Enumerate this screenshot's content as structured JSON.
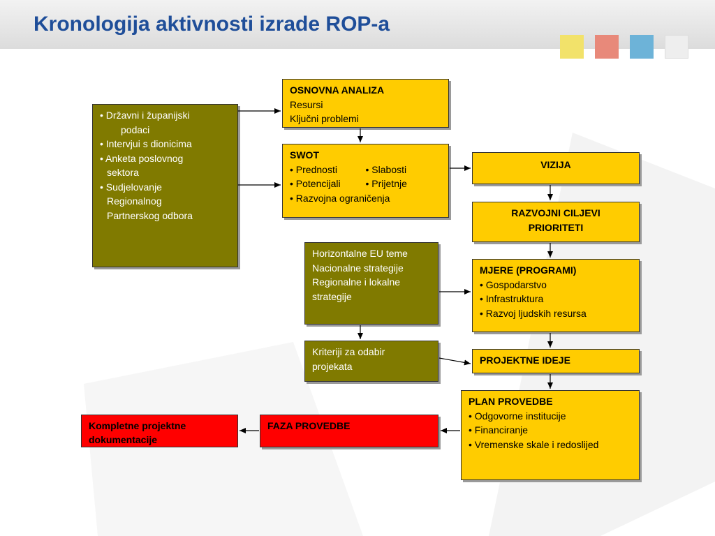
{
  "header": {
    "title": "Kronologija aktivnosti izrade ROP-a",
    "squares": [
      "#f2e26a",
      "#e8897a",
      "#6db3d8",
      "#eeeeee"
    ]
  },
  "boxes": {
    "inputs": {
      "items": [
        "Državni i županijski",
        "podaci",
        "Intervjui s dionicima",
        "Anketa poslovnog",
        "sektora",
        "Sudjelovanje",
        "Regionalnog",
        "Partnerskog odbora"
      ]
    },
    "analiza": {
      "title": "OSNOVNA ANALIZA",
      "lines": [
        "Resursi",
        "Ključni problemi"
      ]
    },
    "swot": {
      "title": "SWOT",
      "row1": [
        "Prednosti",
        "Slabosti"
      ],
      "row2": [
        "Potencijali",
        "Prijetnje"
      ],
      "row3": "Razvojna ograničenja"
    },
    "vizija": {
      "title": "VIZIJA"
    },
    "ciljevi": {
      "line1": "RAZVOJNI CILJEVI",
      "line2": "PRIORITETI"
    },
    "strategije": {
      "lines": [
        "Horizontalne EU teme",
        "Nacionalne strategije",
        "Regionalne i lokalne",
        "strategije"
      ]
    },
    "mjere": {
      "title": "MJERE (PROGRAMI)",
      "items": [
        "Gospodarstvo",
        "Infrastruktura",
        "Razvoj ljudskih resursa"
      ]
    },
    "kriteriji": {
      "lines": [
        "Kriteriji za odabir",
        "projekata"
      ]
    },
    "ideje": {
      "title": "PROJEKTNE IDEJE"
    },
    "plan": {
      "title": "PLAN PROVEDBE",
      "items": [
        "Odgovorne institucije",
        "Financiranje",
        "Vremenske skale i redoslijed"
      ]
    },
    "faza": {
      "title": "FAZA PROVEDBE"
    },
    "kompletne": {
      "lines": [
        "Kompletne projektne",
        "dokumentacije"
      ]
    }
  },
  "bullet": "•",
  "colors": {
    "yellow": "#ffcc00",
    "olive": "#807a00",
    "red": "#ff0000",
    "title": "#1f4e99"
  }
}
